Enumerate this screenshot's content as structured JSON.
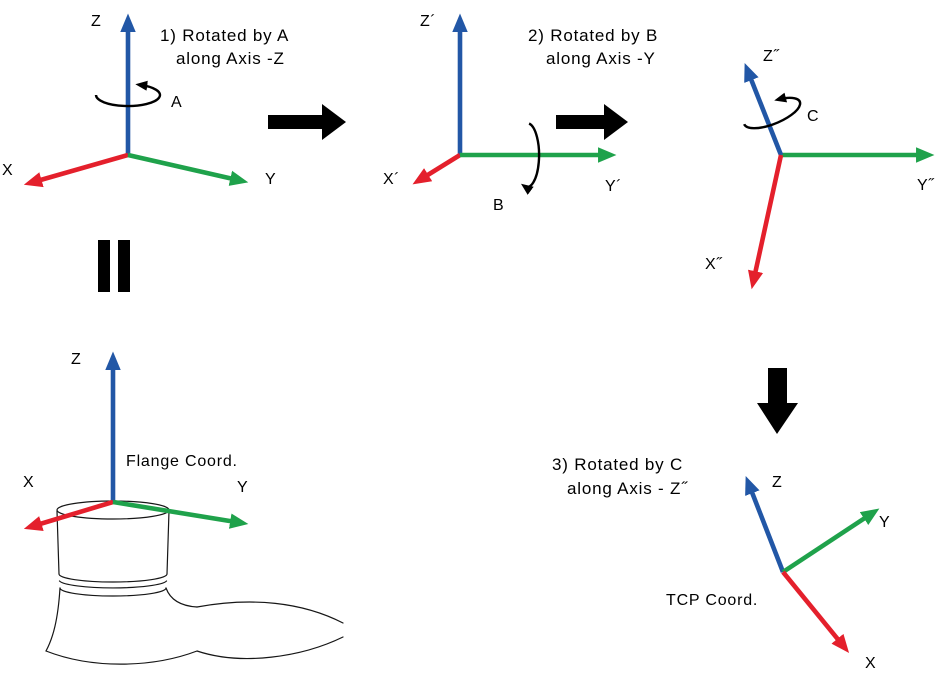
{
  "colors": {
    "x_axis": "#e4202c",
    "y_axis": "#1fa24b",
    "z_axis": "#2257a6",
    "ink": "#000000"
  },
  "step1": {
    "title1": "1) Rotated by A",
    "title2": "along Axis -Z",
    "z": "Z",
    "x": "X",
    "y": "Y",
    "rot": "A"
  },
  "step2": {
    "title1": "2) Rotated by B",
    "title2": "along Axis -Y",
    "z": "Z´",
    "x": "X´",
    "y": "Y´",
    "rot": "B"
  },
  "step3": {
    "z": "Z˝",
    "x": "X˝",
    "y": "Y˝",
    "rot": "C"
  },
  "flange": {
    "caption": "Flange Coord.",
    "z": "Z",
    "x": "X",
    "y": "Y"
  },
  "tcp": {
    "title1": "3) Rotated by C",
    "title2": "along Axis - Z˝",
    "caption": "TCP Coord.",
    "z": "Z",
    "x": "X",
    "y": "Y"
  }
}
